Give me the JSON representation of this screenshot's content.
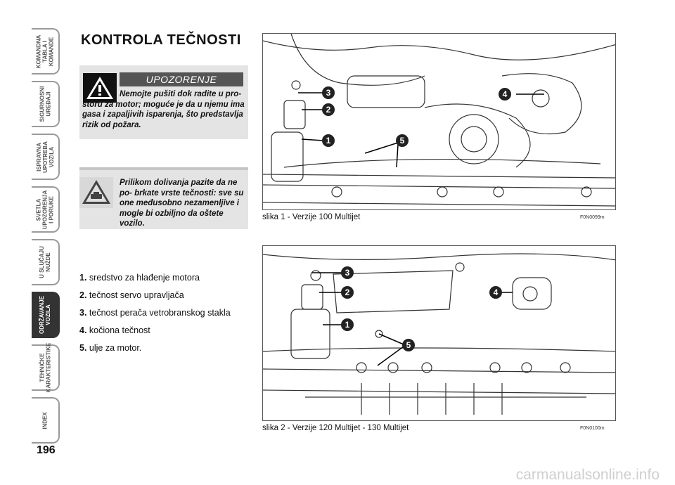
{
  "side_tabs": [
    {
      "label": "KOMANDNA\nTABLA I\nKOMANDE",
      "active": false
    },
    {
      "label": "SIGURNOSNI\nUREĐAJI",
      "active": false
    },
    {
      "label": "ISPRAVNA\nUPOTREBA\nVOZILA",
      "active": false
    },
    {
      "label": "SVETLA\nUPOZORENJA\nI PORUKE",
      "active": false
    },
    {
      "label": "U SLUČAJU\nNUŽDE",
      "active": false
    },
    {
      "label": "ODRŽAVANJE\nVOZILA",
      "active": true
    },
    {
      "label": "TEHNIČKE\nKARAKTERISTIKE",
      "active": false
    },
    {
      "label": "INDEX",
      "active": false
    }
  ],
  "page_number": "196",
  "title": "KONTROLA TEČNOSTI",
  "warning": {
    "header": "UPOZORENJE",
    "text": "Nemojte pušiti dok radite u pro- storu za motor; moguće je da u njemu ima gasa i zapaljivih isparenja, što predstavlja rizik od požara."
  },
  "note": {
    "text": "Prilikom dolivanja pazite da ne po- brkate vrste tečnosti: sve su one međusobno nezamenljive i mogle bi ozbiljno da oštete vozilo."
  },
  "legend": [
    {
      "num": "1.",
      "text": "sredstvo za hlađenje motora"
    },
    {
      "num": "2.",
      "text": "tečnost servo upravljača"
    },
    {
      "num": "3.",
      "text": "tečnost perača vetrobranskog stakla"
    },
    {
      "num": "4.",
      "text": "kočiona tečnost"
    },
    {
      "num": "5.",
      "text": "ulje za motor."
    }
  ],
  "figures": [
    {
      "caption": "slika 1 - Verzije 100 Multijet",
      "code": "F0N0099m",
      "callouts": [
        "1",
        "2",
        "3",
        "4",
        "5"
      ]
    },
    {
      "caption": "slika 2 - Verzije 120 Multijet -  130 Multijet",
      "code": "F0N0100m",
      "callouts": [
        "1",
        "2",
        "3",
        "4",
        "5"
      ]
    }
  ],
  "watermark": "carmanualsonline.info"
}
